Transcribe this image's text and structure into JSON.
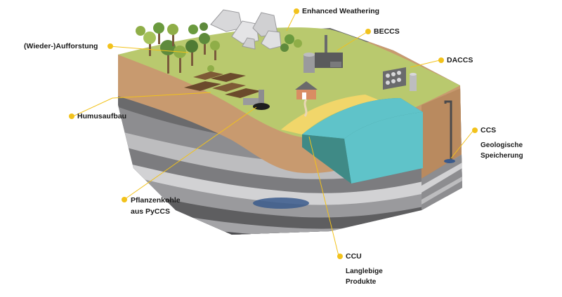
{
  "colors": {
    "accent": "#f2c21b",
    "grass": "#b9c96e",
    "soil": "#c89a6f",
    "water": "#5fc3c9",
    "rock_dark": "#5e5e60",
    "rock_light": "#bdbdbf"
  },
  "labels": {
    "enhanced_weathering": "Enhanced Weathering",
    "beccs": "BECCS",
    "wieder_aufforstung": "(Wieder-)Aufforstung",
    "daccs": "DACCS",
    "humusaufbau": "Humusaufbau",
    "ccs": "CCS",
    "ccs_sub_1": "Geologische",
    "ccs_sub_2": "Speicherung",
    "pyccs_1": "Pflanzenkohle",
    "pyccs_2": "aus PyCCS",
    "ccu": "CCU",
    "ccu_sub_1": "Langlebige",
    "ccu_sub_2": "Produkte"
  }
}
